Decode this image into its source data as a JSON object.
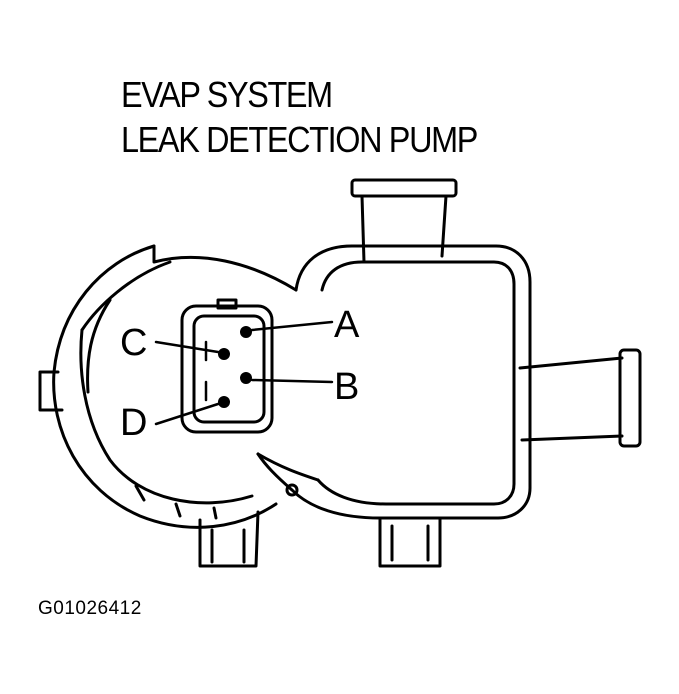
{
  "title": {
    "line1": "EVAP SYSTEM",
    "line2": "LEAK DETECTION PUMP"
  },
  "terminals": {
    "a": "A",
    "b": "B",
    "c": "C",
    "d": "D"
  },
  "figure_id": "G01026412"
}
